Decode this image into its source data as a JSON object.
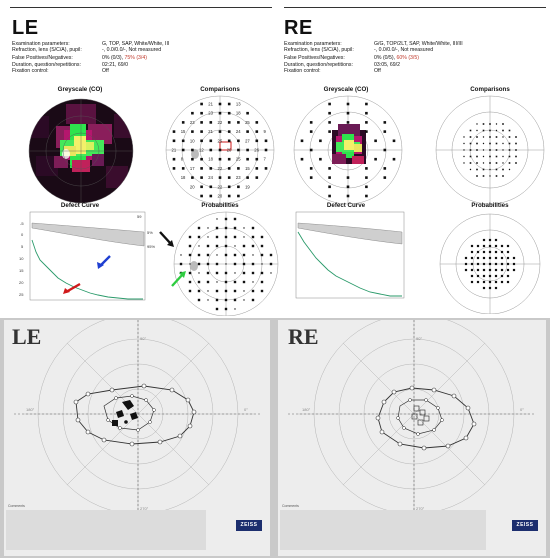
{
  "left_eye": {
    "title": "LE",
    "params": [
      {
        "label": "Examination parameters:",
        "value": "G, TOP, SAP, White/White, III"
      },
      {
        "label": "Refraction, lens (S/C/A), pupil:",
        "value": "-, 0.0/0.0/-, Not measured"
      },
      {
        "label": "False Positives/Negatives:",
        "value": "0% (0/3),",
        "value_red": "75% (3/4)"
      },
      {
        "label": "Duration, question/repetitions:",
        "value": "02:21, 69/0"
      },
      {
        "label": "Fixation control:",
        "value": "Off"
      }
    ],
    "greyscale_title": "Greyscale (CO)",
    "comparisons_title": "Comparisons",
    "defect_curve_title": "Defect Curve",
    "probabilities_title": "Probabilities",
    "defect_axis": {
      "y_ticks": [
        "-5",
        "0",
        "5",
        "10",
        "15",
        "20",
        "25"
      ],
      "x_end": "59",
      "label_5": "5%",
      "label_95": "95%"
    },
    "comparison_values": [
      "21",
      "13",
      "23",
      "18",
      "23",
      "22",
      "25",
      "15",
      "21",
      "24",
      "9",
      "10",
      "25",
      "27",
      "21",
      "12",
      "20",
      "26",
      "8",
      "18",
      "25",
      "7",
      "17",
      "22",
      "15",
      "18",
      "24",
      "23",
      "20",
      "22",
      "19",
      "20",
      "21",
      "21",
      "25",
      "26",
      "25",
      "26"
    ]
  },
  "right_eye": {
    "title": "RE",
    "params": [
      {
        "label": "Examination parameters:",
        "value": "G/G, TOP/2LT, SAP, White/White, III/III"
      },
      {
        "label": "Refraction, lens (S/C/A), pupil:",
        "value": "-, 0.0/0.0/-, Not measured"
      },
      {
        "label": "False Positives/Negatives:",
        "value": "0% (0/5),",
        "value_red": "60% (3/5)"
      },
      {
        "label": "Duration, question/repetitions:",
        "value": "03:05, 69/2"
      },
      {
        "label": "Fixation control:",
        "value": "Off"
      }
    ],
    "greyscale_title": "Greyscale (CO)",
    "comparisons_title": "Comparisons",
    "defect_curve_title": "Defect Curve",
    "probabilities_title": "Probabilities"
  },
  "goldmann": {
    "left_title": "LE",
    "right_title": "RE",
    "comments_label": "Comments",
    "logo_text": "ZEISS"
  },
  "colors": {
    "arrow_black": "#111111",
    "arrow_blue": "#1f3fd1",
    "arrow_green": "#2ecc40",
    "arrow_red": "#d0191b",
    "curve_green": "#2a9a6a",
    "band_grey": "#cfcfcf",
    "zeiss_blue": "#1c2e6e"
  }
}
